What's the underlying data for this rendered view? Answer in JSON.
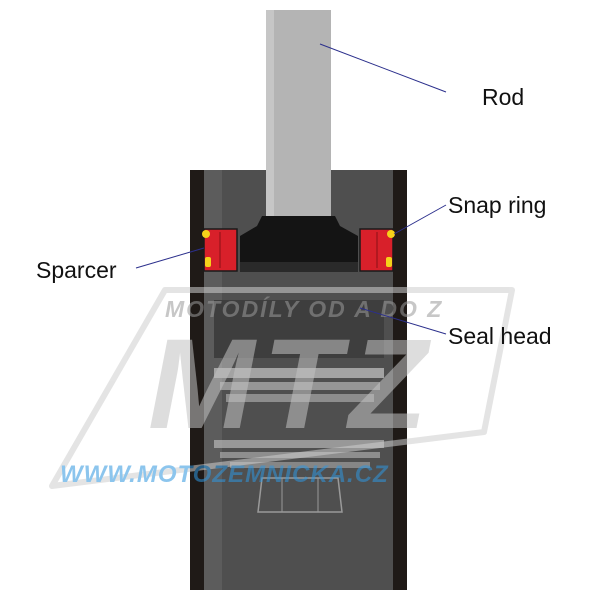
{
  "labels": {
    "rod": "Rod",
    "snap_ring": "Snap ring",
    "spacer": "Sparcer",
    "seal_head": "Seal head"
  },
  "watermark": {
    "logo_text": "MTZ",
    "tagline": "MOTODÍLY OD A DO Z",
    "url": "WWW.MOTOZEMNICKA.CZ"
  },
  "colors": {
    "tube_wall": "#1f1a17",
    "tube_inner": "#4f4f4f",
    "rod": "#b4b4b4",
    "spacer_red": "#d8202a",
    "snap_ring_yellow": "#f5d21a",
    "seal_black": "#141414",
    "leader_line": "#2b2f8c",
    "watermark_grey": "#c8c8c8",
    "watermark_blue": "#2f97e0"
  }
}
